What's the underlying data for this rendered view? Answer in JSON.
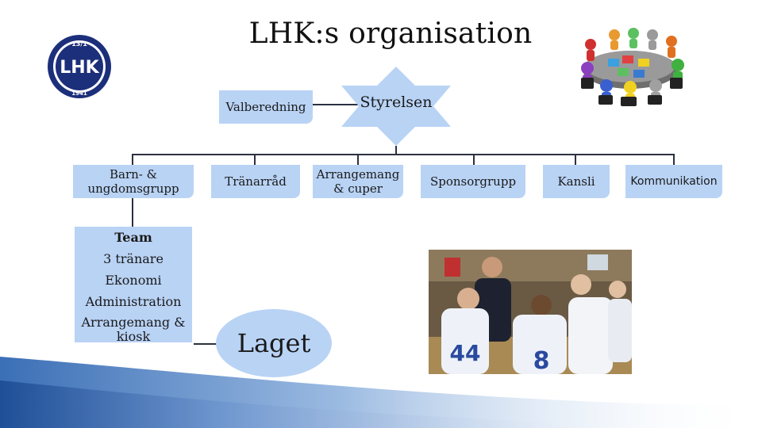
{
  "title": "LHK:s organisation",
  "logo": {
    "top_text": "13/1",
    "main_text": "LHK",
    "bottom_text": "1941",
    "colors": {
      "navy": "#1c2f7a",
      "white": "#ffffff"
    }
  },
  "top": {
    "valberedning": "Valberedning",
    "styrelsen": "Styrelsen"
  },
  "groups": [
    {
      "label": "Barn- & ungdomsgrupp"
    },
    {
      "label": "Tränarråd"
    },
    {
      "label": "Arrangemang & cuper"
    },
    {
      "label": "Sponsorgrupp"
    },
    {
      "label": "Kansli"
    },
    {
      "label": "Kommunikation"
    }
  ],
  "team": {
    "heading": "Team",
    "items": [
      "3 tränare",
      "Ekonomi",
      "Administration",
      "Arrangemang & kiosk"
    ]
  },
  "laget": "Laget",
  "colors": {
    "box_fill": "#b9d3f5",
    "line": "#2b3140",
    "wave_dark": "#3b6fb6"
  },
  "photo": {
    "jersey_number": "8"
  }
}
